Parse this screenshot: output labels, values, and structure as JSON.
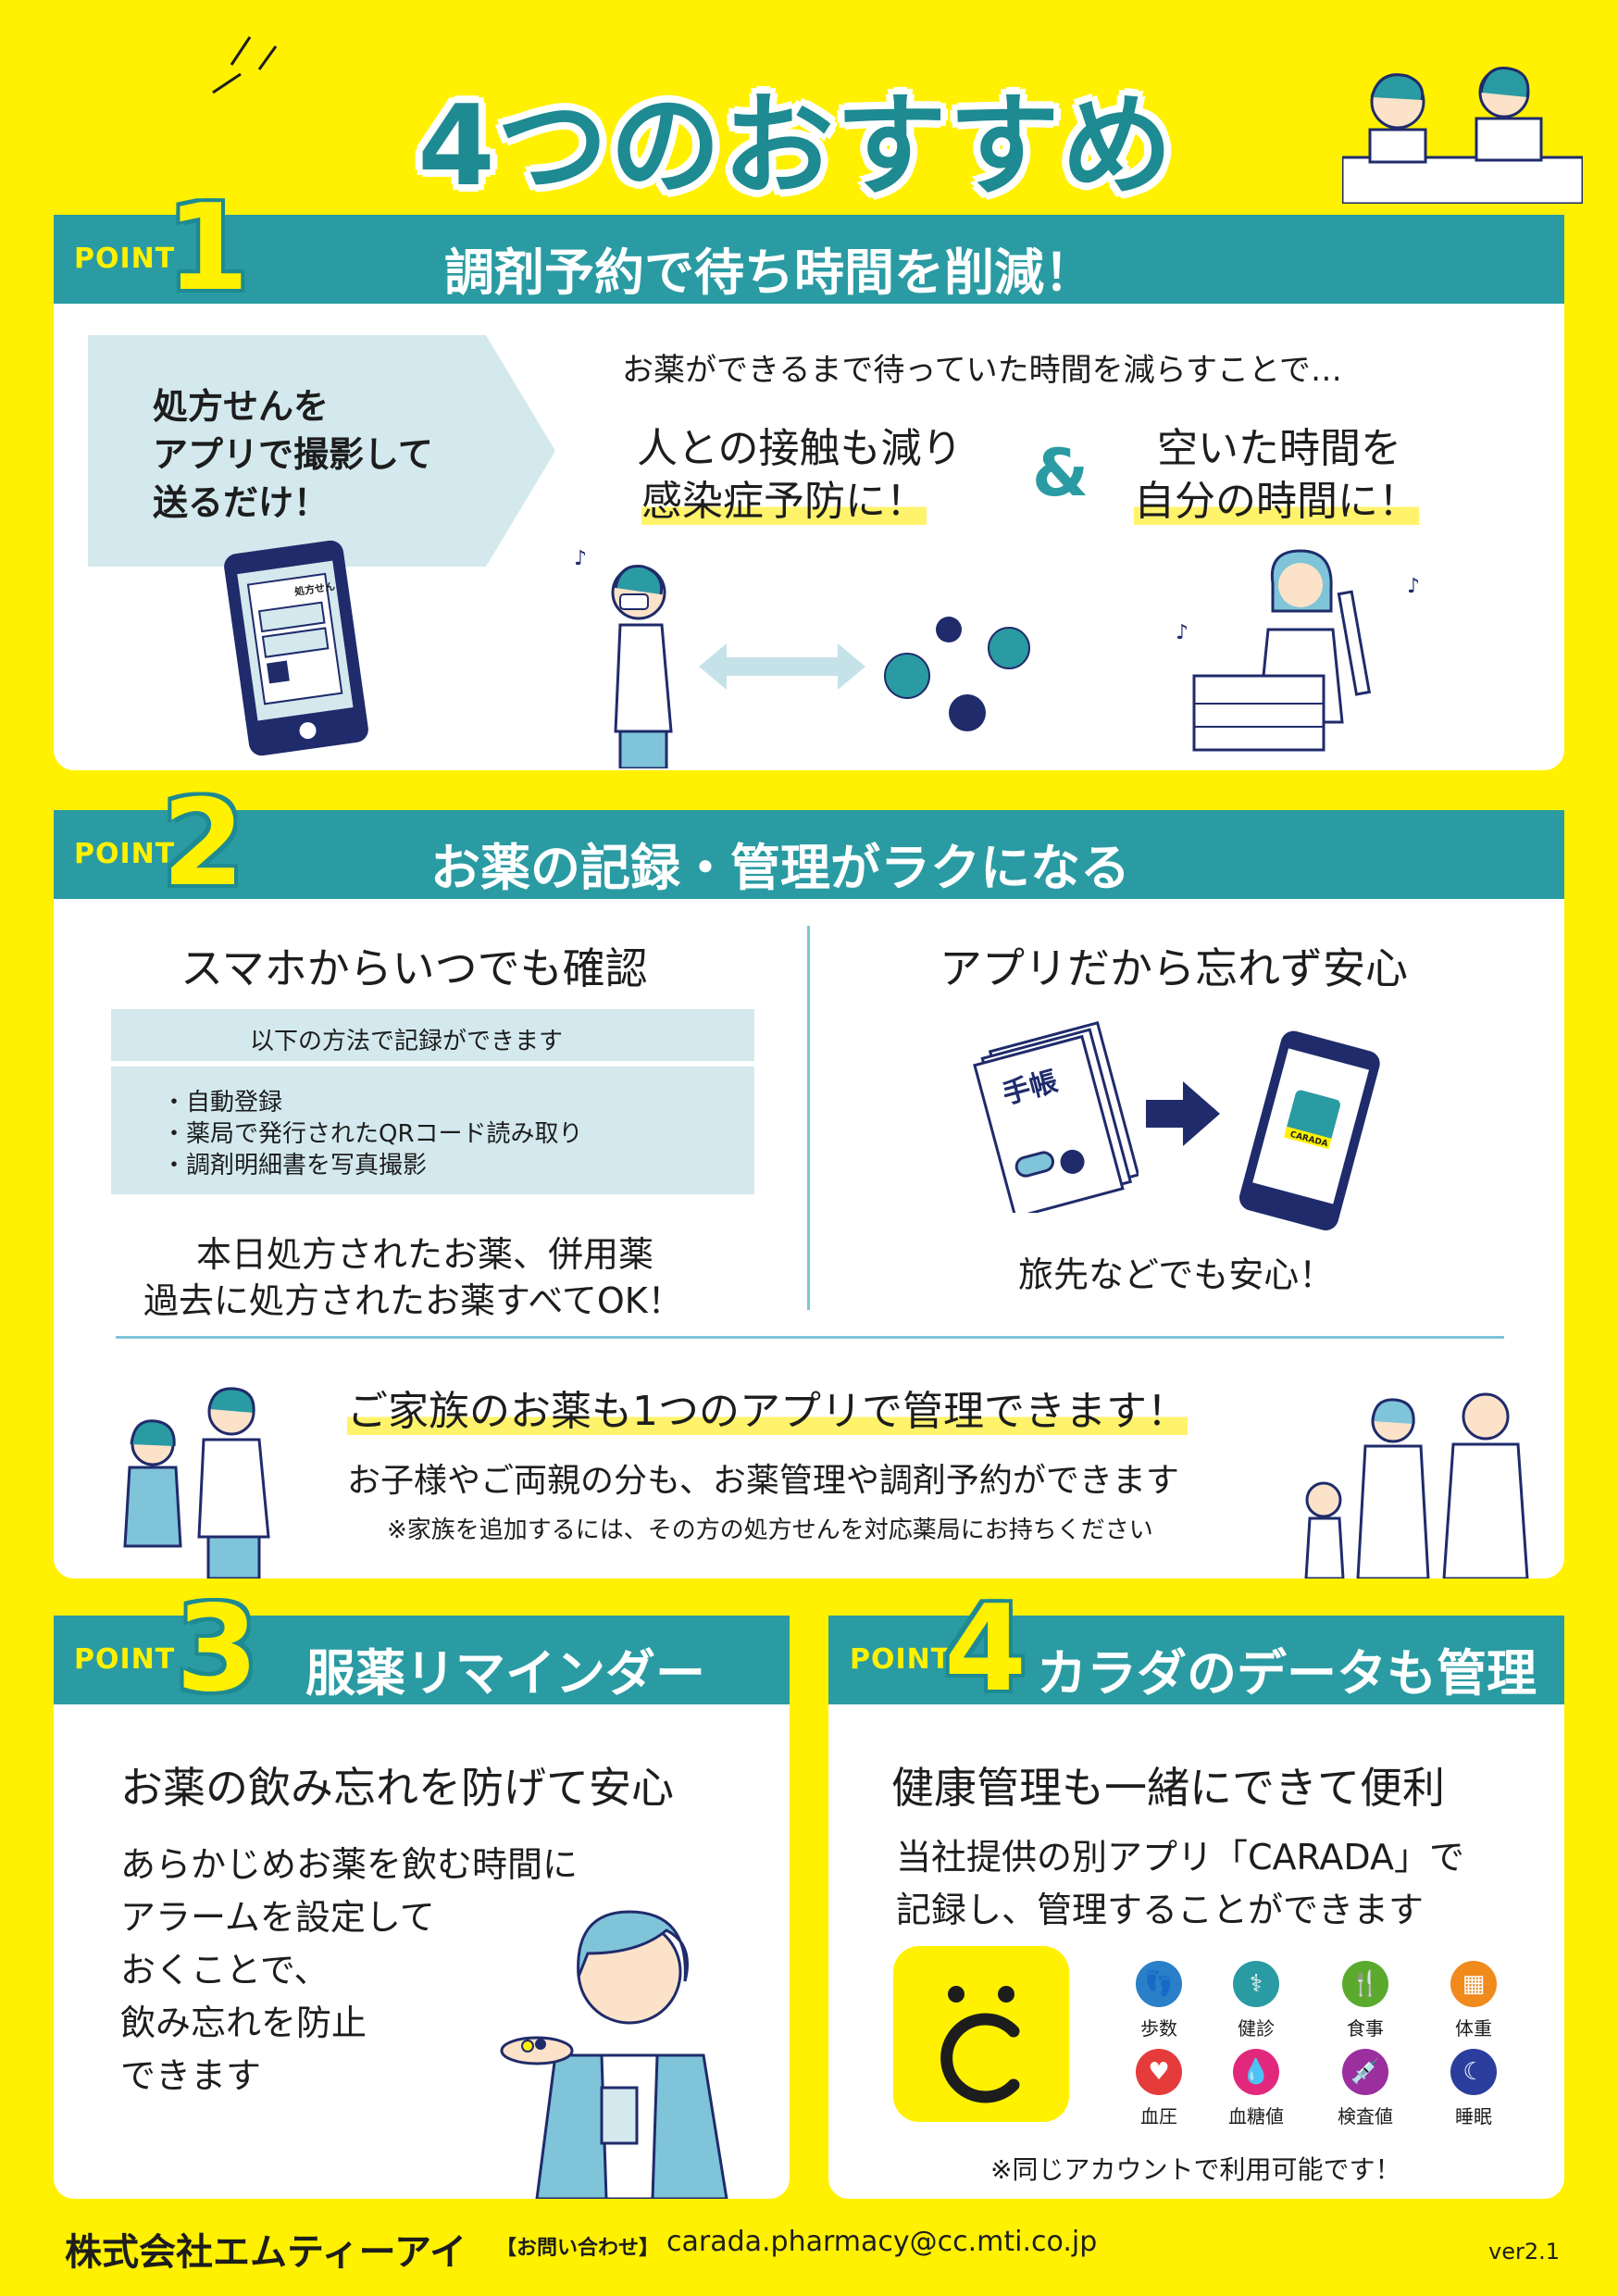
{
  "headline": "4つのおすすめPOINT",
  "colors": {
    "background": "#FFF100",
    "teal": "#2A9BA2",
    "light_blue": "#D3E9EE",
    "navy": "#1F2B6B"
  },
  "point_label": "POINT",
  "point1": {
    "number": "1",
    "title": "調剤予約で待ち時間を削減！",
    "callout_lines": [
      "処方せんを",
      "アプリで撮影して",
      "送るだけ！"
    ],
    "phone_text": "処方せん",
    "lead": "お薬ができるまで待っていた時間を減らすことで…",
    "benefit_left": [
      "人との接触も減り",
      "感染症予防に！"
    ],
    "amp": "&",
    "benefit_right": [
      "空いた時間を",
      "自分の時間に！"
    ]
  },
  "point2": {
    "number": "2",
    "title": "お薬の記録・管理がラクになる",
    "left_heading": "スマホからいつでも確認",
    "methods_header": "以下の方法で記録ができます",
    "methods": [
      "・自動登録",
      "・薬局で発行されたQRコード読み取り",
      "・調剤明細書を写真撮影"
    ],
    "left_footer": [
      "本日処方されたお薬、併用薬",
      "過去に処方されたお薬すべてOK！"
    ],
    "right_heading": "アプリだから忘れず安心",
    "notebook_label": "手帳",
    "app_label": "CARADA",
    "right_footer": "旅先などでも安心！",
    "family_heading": "ご家族のお薬も1つのアプリで管理できます！",
    "family_text": "お子様やご両親の分も、お薬管理や調剤予約ができます",
    "family_note": "※家族を追加するには、その方の処方せんを対応薬局にお持ちください"
  },
  "point3": {
    "number": "3",
    "title": "服薬リマインダー",
    "heading": "お薬の飲み忘れを防げて安心",
    "body_lines": [
      "あらかじめお薬を飲む時間に",
      "アラームを設定して",
      "おくことで、",
      "飲み忘れを防止",
      "できます"
    ]
  },
  "point4": {
    "number": "4",
    "title": "カラダのデータも管理",
    "heading": "健康管理も一緒にできて便利",
    "body_lines": [
      "当社提供の別アプリ「CARADA」で",
      "記録し、管理することができます"
    ],
    "icons": [
      {
        "label": "歩数",
        "icon": "footprints-icon",
        "color": "#2A7FC9"
      },
      {
        "label": "健診",
        "icon": "stethoscope-icon",
        "color": "#2A9BA2"
      },
      {
        "label": "食事",
        "icon": "fork-knife-icon",
        "color": "#5BAA2E"
      },
      {
        "label": "体重",
        "icon": "scale-icon",
        "color": "#F08A1C"
      },
      {
        "label": "血圧",
        "icon": "heart-pulse-icon",
        "color": "#E63B3B"
      },
      {
        "label": "血糖値",
        "icon": "drop-icon",
        "color": "#E2287C"
      },
      {
        "label": "検査値",
        "icon": "syringe-icon",
        "color": "#9B2F9E"
      },
      {
        "label": "睡眠",
        "icon": "moon-icon",
        "color": "#2B3E9E"
      }
    ],
    "note": "※同じアカウントで利用可能です！"
  },
  "footer": {
    "company": "株式会社エムティーアイ",
    "contact_label": "【お問い合わせ】",
    "email": "carada.pharmacy@cc.mti.co.jp",
    "version": "ver2.1"
  }
}
